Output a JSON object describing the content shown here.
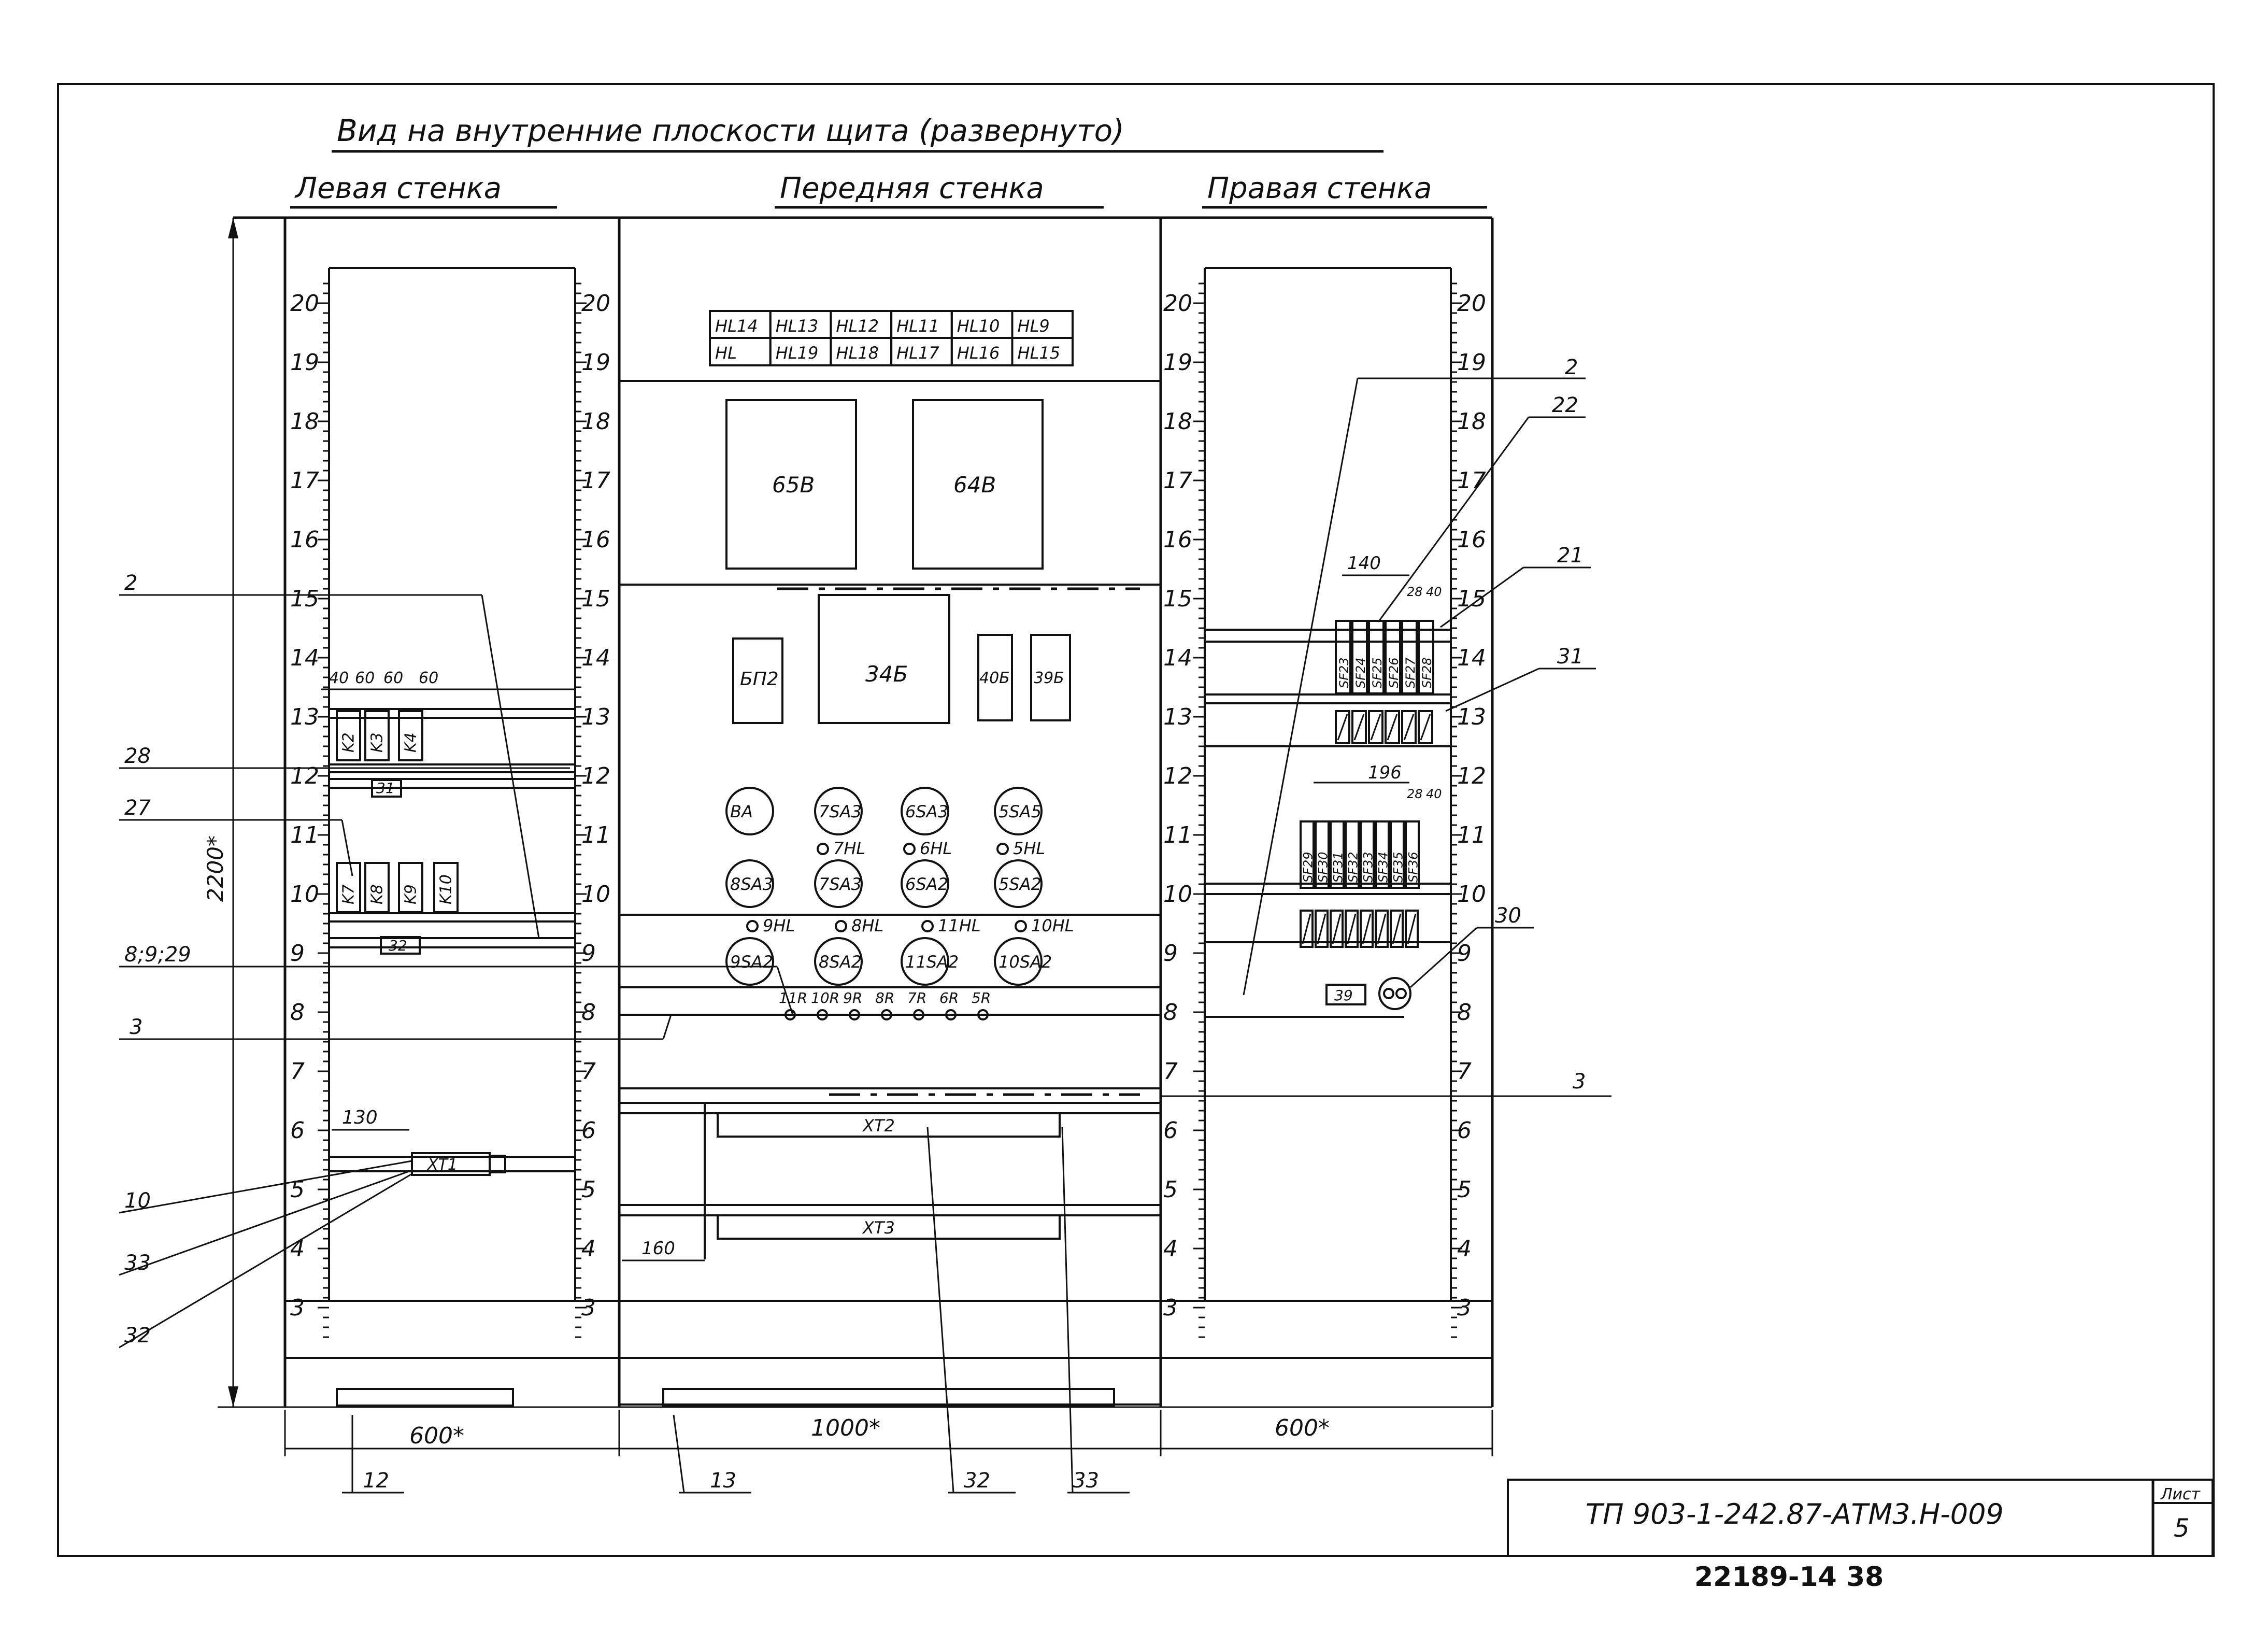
{
  "title": "Вид на внутренние плоскости щита (развернуто)",
  "walls": {
    "left": "Левая стенка",
    "front": "Передняя стенка",
    "right": "Правая стенка"
  },
  "rail_numbers": [
    "20",
    "19",
    "18",
    "17",
    "16",
    "15",
    "14",
    "13",
    "12",
    "11",
    "10",
    "9",
    "8",
    "7",
    "6",
    "5",
    "4",
    "3"
  ],
  "lamp_table": [
    [
      "HL14",
      "HL13",
      "HL12",
      "HL11",
      "HL10",
      "HL9"
    ],
    [
      "HL",
      "HL19",
      "HL18",
      "HL17",
      "HL16",
      "HL15"
    ]
  ],
  "devices": {
    "d65": "65В",
    "d64": "64В",
    "d34": "34Б",
    "bp2": "БП2",
    "d40": "40Б",
    "d39": "39Б"
  },
  "switch_rows": [
    [
      "ВА",
      "7SA3",
      "6SA3",
      "5SA5"
    ],
    [
      "8SA3",
      "7SA3",
      "6SA2",
      "5SA2"
    ],
    [
      "9SA2",
      "8SA2",
      "11SA2",
      "10SA2"
    ]
  ],
  "lamp_labels_row1": [
    "7HL",
    "6HL",
    "5HL"
  ],
  "lamp_labels_row2": [
    "9HL",
    "8HL",
    "11HL",
    "10HL"
  ],
  "resistor_labels": [
    "11R",
    "10R",
    "9R",
    "8R",
    "7R",
    "6R",
    "5R"
  ],
  "left_relays_top": [
    "K2",
    "K3",
    "K4"
  ],
  "left_relays_bottom": [
    "K7",
    "K8",
    "K9",
    "K10"
  ],
  "left_small": {
    "b31": "31",
    "b32": "32",
    "xt1": "XT1"
  },
  "left_dims": {
    "d40": "40",
    "d60a": "60",
    "d60b": "60",
    "d60c": "60",
    "d130": "130"
  },
  "front_terminals": {
    "xt2": "XT2",
    "xt3": "XT3",
    "d160": "160"
  },
  "right_breakers_top": [
    "SF23",
    "SF24",
    "SF25",
    "SF26",
    "SF27",
    "SF28"
  ],
  "right_breakers_bottom": [
    "SF29",
    "SF30",
    "SF31",
    "SF32",
    "SF33",
    "SF34",
    "SF35",
    "SF36"
  ],
  "right_dims": {
    "d140": "140",
    "d28a": "28",
    "d40a": "40",
    "d196": "196",
    "d28b": "28",
    "d40b": "40",
    "b39": "39"
  },
  "callouts_left": [
    "2",
    "28",
    "27",
    "8;9;29",
    "3",
    "10",
    "33",
    "32"
  ],
  "callouts_right": [
    "2",
    "22",
    "21",
    "31",
    "30",
    "3"
  ],
  "height_dim": "2200*",
  "bottom_dims": {
    "left": "600*",
    "front": "1000*",
    "right": "600*"
  },
  "bottom_callouts": [
    "12",
    "13",
    "32",
    "33"
  ],
  "stamp": {
    "code": "ТП 903-1-242.87-АТМ3.Н-009",
    "sheet_label": "Лист",
    "sheet": "5"
  },
  "footer": "22189-14   38"
}
